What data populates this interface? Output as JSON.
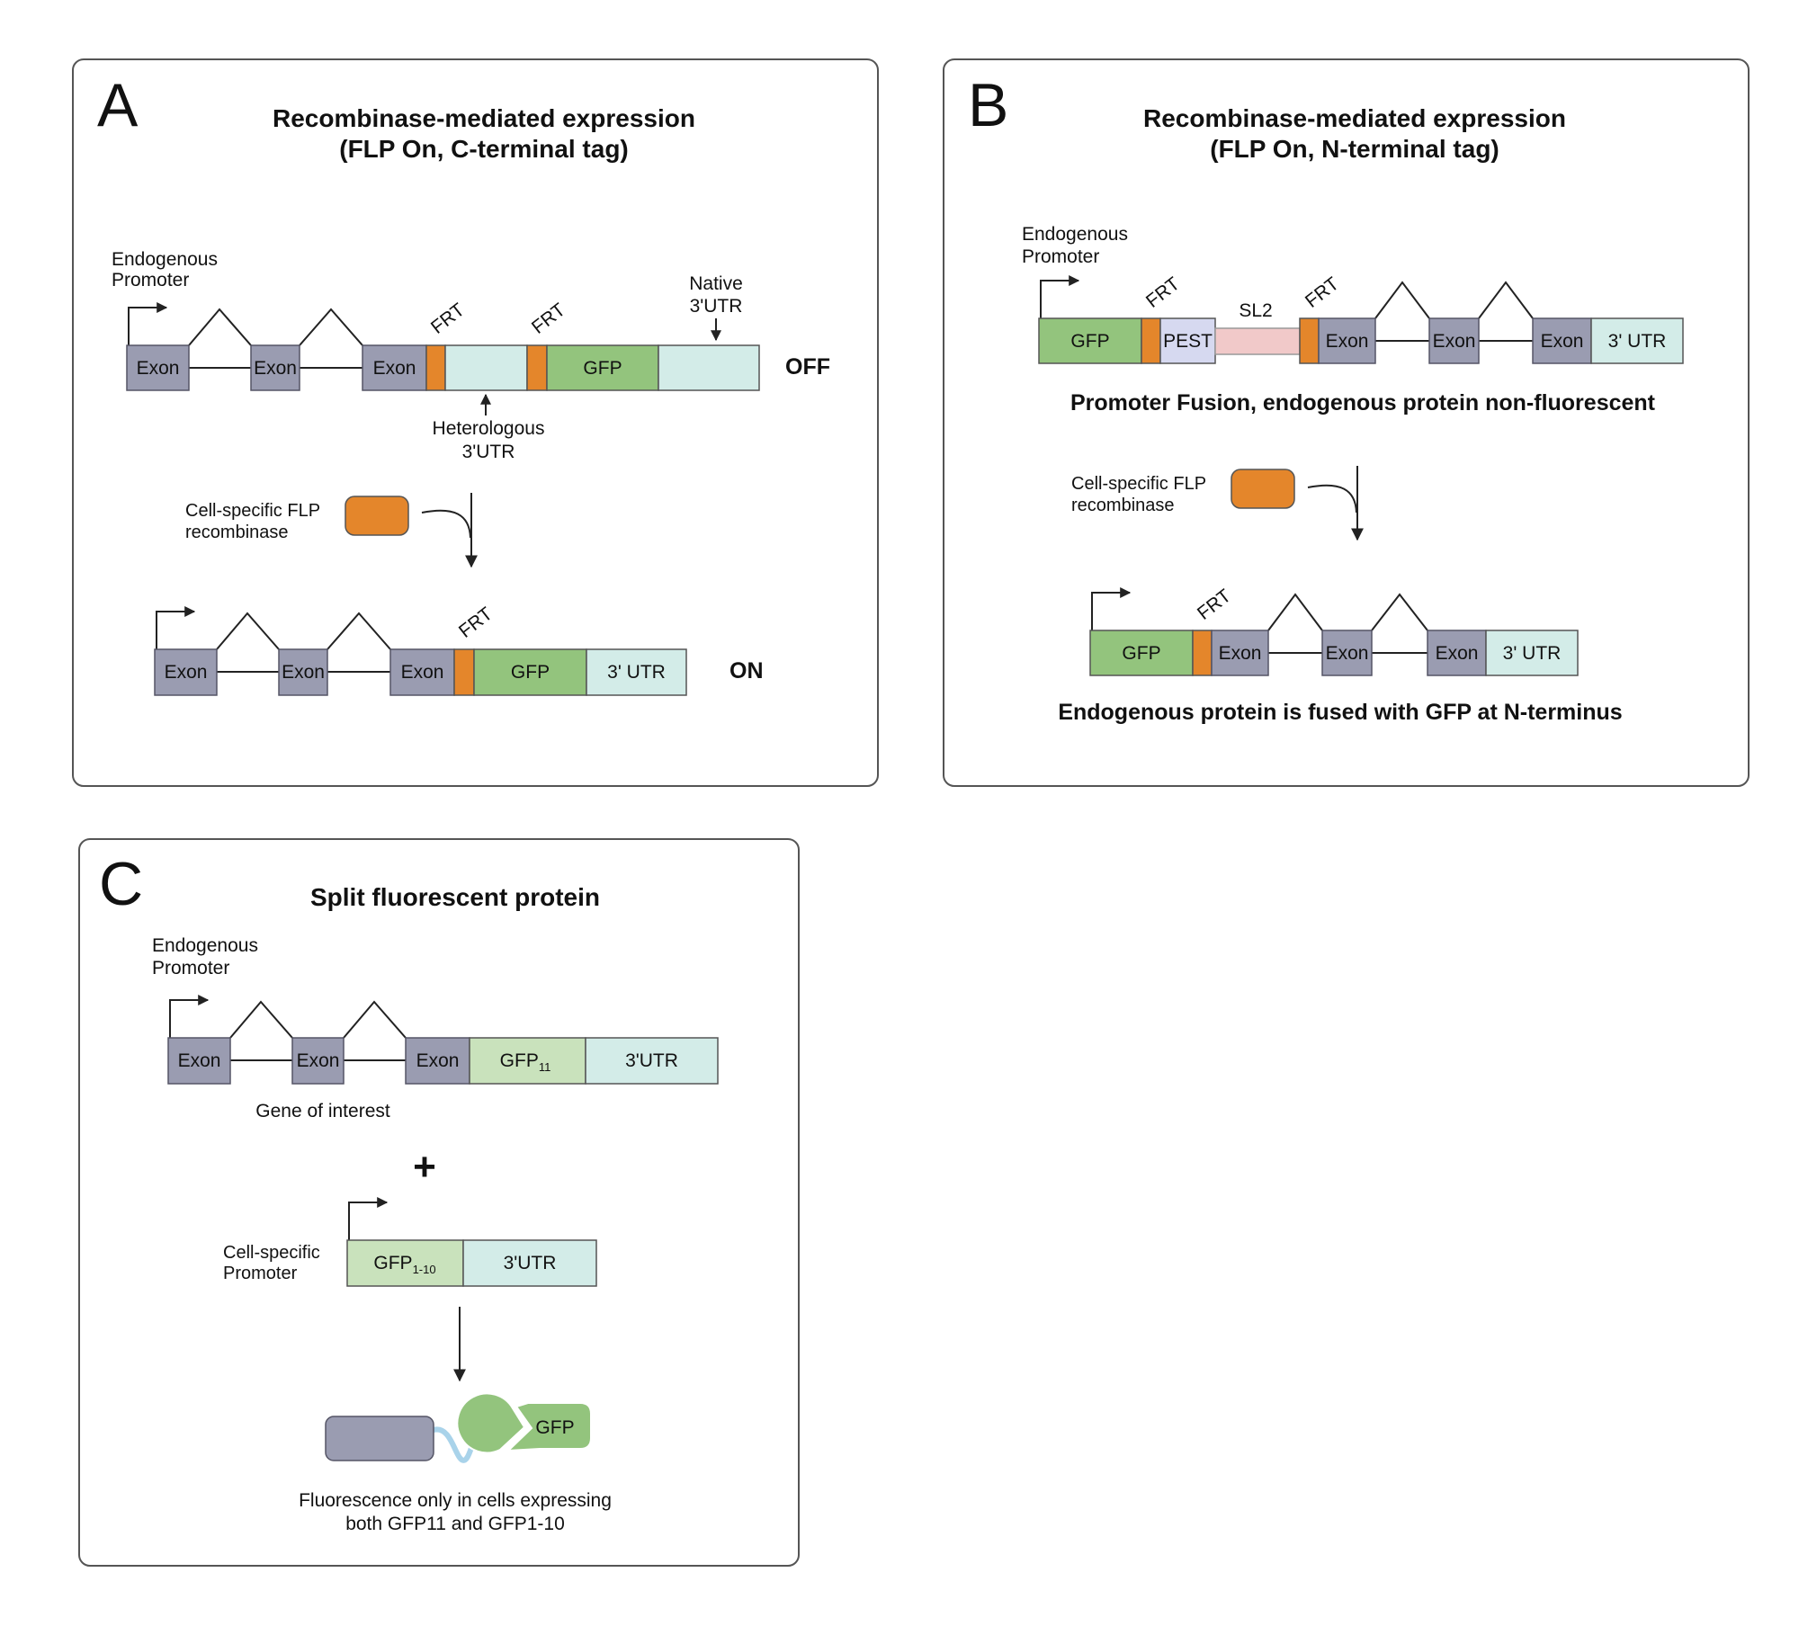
{
  "panels": {
    "A": {
      "letter": "A",
      "title_line1": "Recombinase-mediated expression",
      "title_line2": "(FLP On, C-terminal tag)",
      "promoter_line1": "Endogenous",
      "promoter_line2": "Promoter",
      "exon": "Exon",
      "frt": "FRT",
      "gfp": "GFP",
      "native_line1": "Native",
      "native_line2": "3'UTR",
      "hetero_line1": "Heterologous",
      "hetero_line2": "3'UTR",
      "off": "OFF",
      "flp_line1": "Cell-specific FLP",
      "flp_line2": "recombinase",
      "utr": "3' UTR",
      "on": "ON"
    },
    "B": {
      "letter": "B",
      "title_line1": "Recombinase-mediated expression",
      "title_line2": "(FLP On, N-terminal tag)",
      "promoter_line1": "Endogenous",
      "promoter_line2": "Promoter",
      "gfp": "GFP",
      "pest": "PEST",
      "sl2": "SL2",
      "frt": "FRT",
      "exon": "Exon",
      "utr": "3' UTR",
      "caption1": "Promoter Fusion, endogenous protein non-fluorescent",
      "flp_line1": "Cell-specific FLP",
      "flp_line2": "recombinase",
      "caption2": "Endogenous protein is fused with GFP at N-terminus"
    },
    "C": {
      "letter": "C",
      "title": "Split fluorescent protein",
      "promoter_line1": "Endogenous",
      "promoter_line2": "Promoter",
      "exon": "Exon",
      "gfp11_base": "GFP",
      "gfp11_sub": "11",
      "utr": "3'UTR",
      "gene_of_interest": "Gene of interest",
      "plus": "+",
      "cell_promoter_line1": "Cell-specific",
      "cell_promoter_line2": "Promoter",
      "gfp110_base": "GFP",
      "gfp110_sub": "1-10",
      "gfp_protein": "GFP",
      "result_line1": "Fluorescence only in cells expressing",
      "result_line2": "both GFP11 and GFP1-10"
    }
  },
  "colors": {
    "exon": "#9a9cb1",
    "frt": "#e4862b",
    "gfp": "#93c47d",
    "gfp_light": "#c9e2bc",
    "utr": "#d3ece8",
    "pest": "#d6d9f0",
    "sl2": "#f1c9c9",
    "linker": "#a9d3ea"
  }
}
